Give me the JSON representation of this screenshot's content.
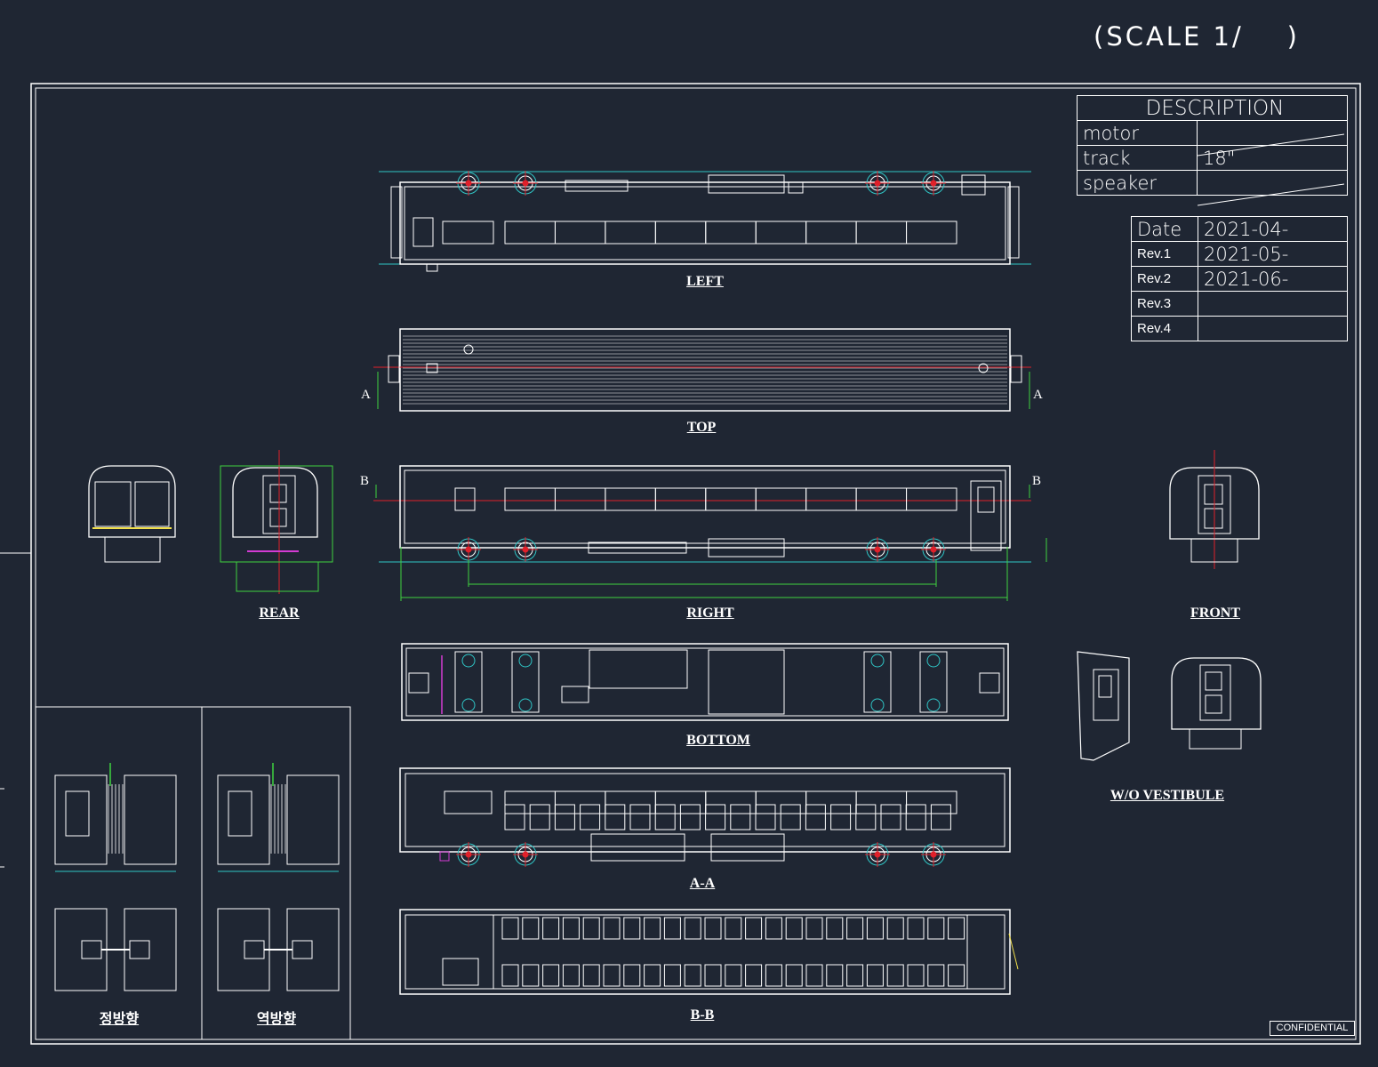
{
  "header": {
    "scale_text": "(SCALE 1/    )"
  },
  "views": {
    "left": "LEFT",
    "top": "TOP",
    "right": "RIGHT",
    "rear": "REAR",
    "front": "FRONT",
    "bottom": "BOTTOM",
    "section_a": "A-A",
    "section_b": "B-B",
    "without_vestibule": "W/O VESTIBULE",
    "forward": "정방향",
    "reverse": "역방향"
  },
  "section_markers": {
    "a": "A",
    "b": "B"
  },
  "description_table": {
    "title": "DESCRIPTION",
    "rows": [
      {
        "label": "motor",
        "value": ""
      },
      {
        "label": "track",
        "value": "18\""
      },
      {
        "label": "speaker",
        "value": ""
      }
    ]
  },
  "revision_table": {
    "rows": [
      {
        "label": "Date",
        "value": "2021-04-"
      },
      {
        "label": "Rev.1",
        "value": "2021-05-"
      },
      {
        "label": "Rev.2",
        "value": "2021-06-"
      },
      {
        "label": "Rev.3",
        "value": ""
      },
      {
        "label": "Rev.4",
        "value": ""
      }
    ]
  },
  "stamp": "CONFIDENTIAL",
  "colors": {
    "background": "#1f2633",
    "line": "#ffffff",
    "center_line": "#e0202a",
    "dimension": "#3fd23f",
    "guide": "#2fc6c6",
    "accent_magenta": "#d33bd3",
    "accent_yellow": "#f2e04a"
  }
}
